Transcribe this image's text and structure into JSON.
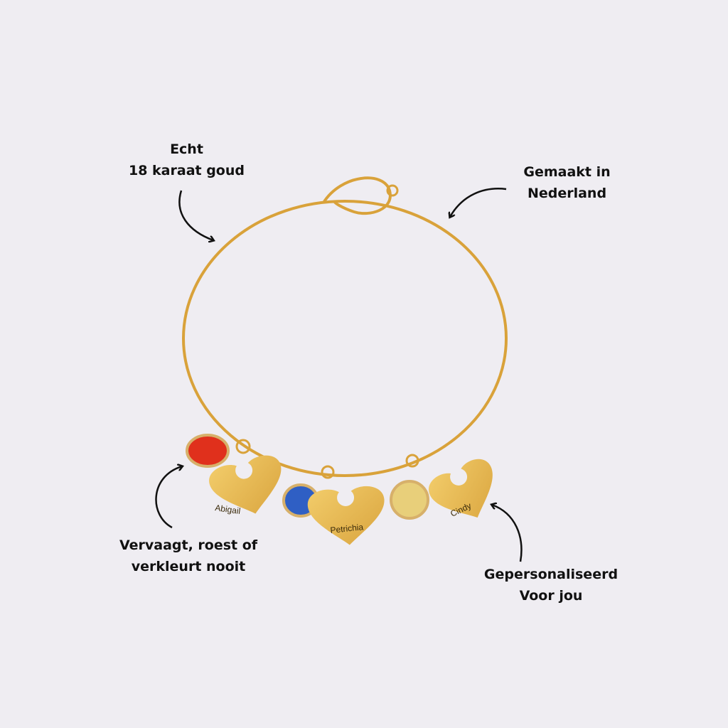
{
  "annotations": {
    "gold": {
      "line1": "Echt",
      "line2": "18 karaat goud"
    },
    "made": {
      "line1": "Gemaakt in",
      "line2": "Nederland"
    },
    "fade": {
      "line1": "Vervaagt, roest of",
      "line2": "verkleurt nooit"
    },
    "personal": {
      "line1": "Gepersonaliseerd",
      "line2": "Voor jou"
    }
  },
  "charms": {
    "names": [
      "Abigail",
      "Petrichia",
      "Cindy"
    ],
    "stone_colors": [
      "#e0301c",
      "#2f5fc4",
      "#e8cf7a"
    ]
  },
  "colors": {
    "background": "#efedf2",
    "gold": "#e3b04a",
    "gold_dark": "#c18e2a"
  }
}
